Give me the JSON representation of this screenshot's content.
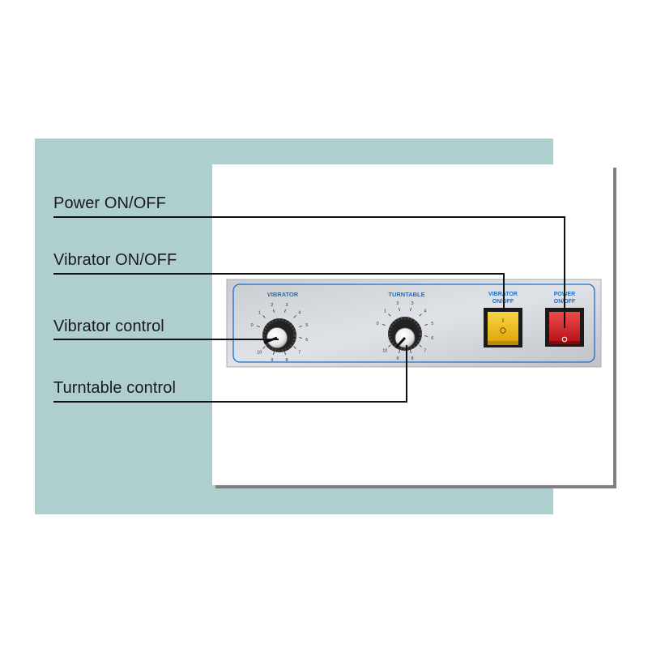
{
  "callouts": {
    "power": "Power ON/OFF",
    "vibrator_switch": "Vibrator ON/OFF",
    "vibrator_control": "Vibrator control",
    "turntable_control": "Turntable control"
  },
  "panel": {
    "vibrator_knob_label": "VIBRATOR",
    "turntable_knob_label": "TURNTABLE",
    "vibrator_switch_label_1": "VIBRATOR",
    "vibrator_switch_label_2": "ON/OFF",
    "power_switch_label_1": "POWER",
    "power_switch_label_2": "ON/OFF",
    "dial_numbers": [
      "0",
      "1",
      "2",
      "3",
      "4",
      "5",
      "6",
      "7",
      "8",
      "9",
      "10"
    ]
  },
  "colors": {
    "teal_background": "#aecfce",
    "panel_text": "#1f6fc4",
    "vibrator_switch": "#f2c21c",
    "power_switch": "#d8262b"
  }
}
